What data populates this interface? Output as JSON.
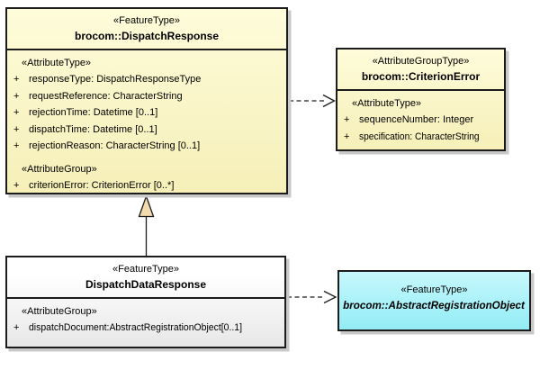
{
  "diagram_type": "uml-class-diagram",
  "colors": {
    "box_border": "#1c1c1c",
    "shadow": "#c9c9c9",
    "yellow_fill_top": "#fefcda",
    "yellow_fill_bottom": "#f6efb8",
    "gray_fill_top": "#ffffff",
    "gray_fill_bottom": "#e7e7e7",
    "cyan_fill_top": "#c6f8fd",
    "cyan_fill_bottom": "#93ecf5",
    "generalization_triangle_fill": "#f2dcae"
  },
  "classes": {
    "dispatch_response": {
      "stereotype": "«FeatureType»",
      "name": "brocom::DispatchResponse",
      "attribute_type_heading": "«AttributeType»",
      "attributes": [
        {
          "vis": "+",
          "text": "responseType: DispatchResponseType"
        },
        {
          "vis": "+",
          "text": "requestReference: CharacterString"
        },
        {
          "vis": "+",
          "text": "rejectionTime: Datetime [0..1]"
        },
        {
          "vis": "+",
          "text": "dispatchTime: Datetime [0..1]"
        },
        {
          "vis": "+",
          "text": "rejectionReason: CharacterString [0..1]"
        }
      ],
      "attribute_group_heading": "«AttributeGroup»",
      "group_attributes": [
        {
          "vis": "+",
          "text": "criterionError: CriterionError [0..*]"
        }
      ]
    },
    "criterion_error": {
      "stereotype": "«AttributeGroupType»",
      "name": "brocom::CriterionError",
      "attribute_type_heading": "«AttributeType»",
      "attributes": [
        {
          "vis": "+",
          "text": "sequenceNumber: Integer"
        },
        {
          "vis": "+",
          "text": "specification: CharacterString"
        }
      ]
    },
    "dispatch_data_response": {
      "stereotype": "«FeatureType»",
      "name": "DispatchDataResponse",
      "attribute_group_heading": "«AttributeGroup»",
      "group_attributes": [
        {
          "vis": "+",
          "text": "dispatchDocument:AbstractRegistrationObject[0..1]"
        }
      ]
    },
    "abstract_registration_object": {
      "stereotype": "«FeatureType»",
      "name": "brocom::AbstractRegistrationObject"
    }
  },
  "relations": [
    {
      "type": "generalization",
      "from": "DispatchDataResponse",
      "to": "brocom::DispatchResponse"
    },
    {
      "type": "dependency",
      "from": "brocom::DispatchResponse",
      "to": "brocom::CriterionError"
    },
    {
      "type": "dependency",
      "from": "DispatchDataResponse",
      "to": "brocom::AbstractRegistrationObject"
    }
  ]
}
